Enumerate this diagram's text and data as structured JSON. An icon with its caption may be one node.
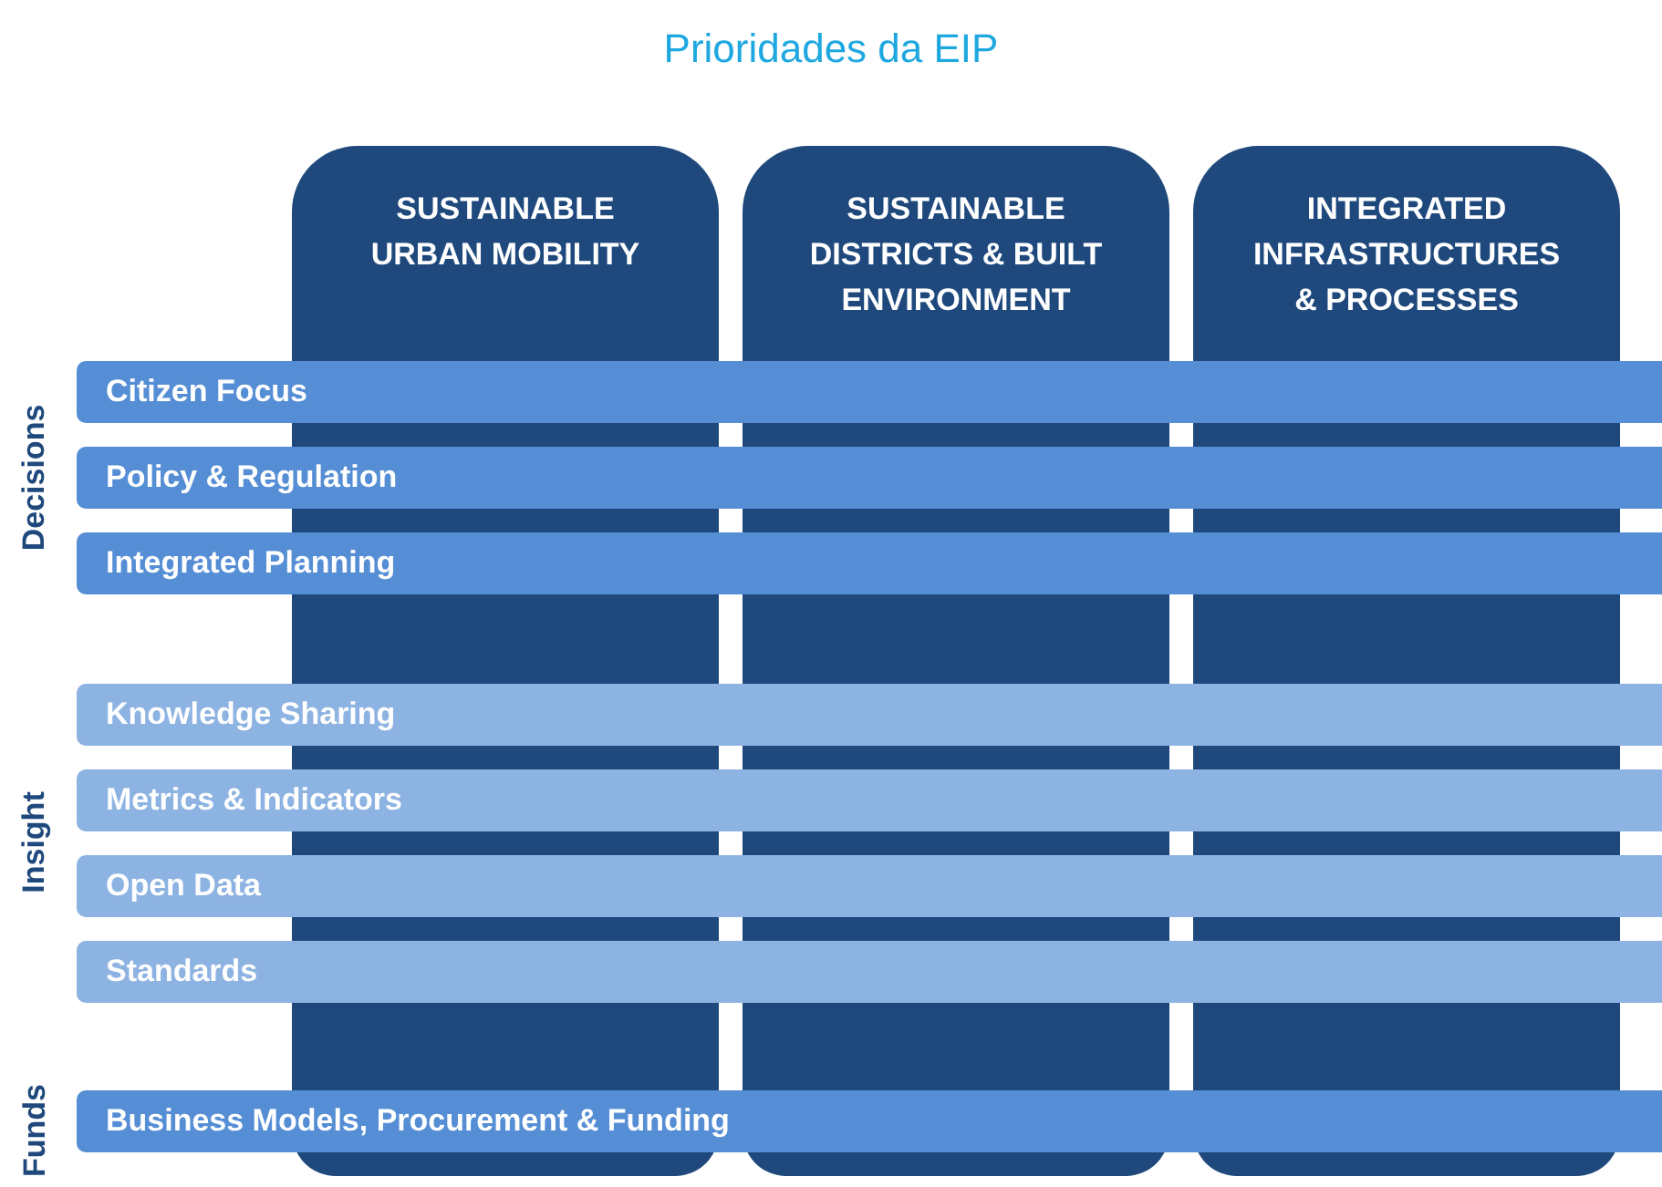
{
  "diagram": {
    "title": "Prioridades da EIP",
    "nodes": [
      {
        "text": [
          "SUSTAINABLE URBAN MOBILITY"
        ]
      },
      {
        "text": [
          "SUSTAINABLE DISTRICTS & BUILT ENVIRONMENT"
        ]
      },
      {
        "text": [
          "INTEGRATED INFRASTRUCTURES & PROCESSES"
        ]
      },
      {
        "text": [
          "Citizen Focus"
        ]
      },
      {
        "text": [
          "Policy & Regulation"
        ]
      },
      {
        "text": [
          "Integrated Planning"
        ]
      },
      {
        "text": [
          "Knowledge Sharing"
        ]
      },
      {
        "text": [
          "Metrics & Indicators"
        ]
      },
      {
        "text": [
          "Open Data"
        ]
      },
      {
        "text": [
          "Standards"
        ]
      },
      {
        "text": [
          "Business Models, Procurement & Funding"
        ]
      }
    ],
    "labels": [
      "Decisions",
      "Insight",
      "Funds"
    ]
  }
}
